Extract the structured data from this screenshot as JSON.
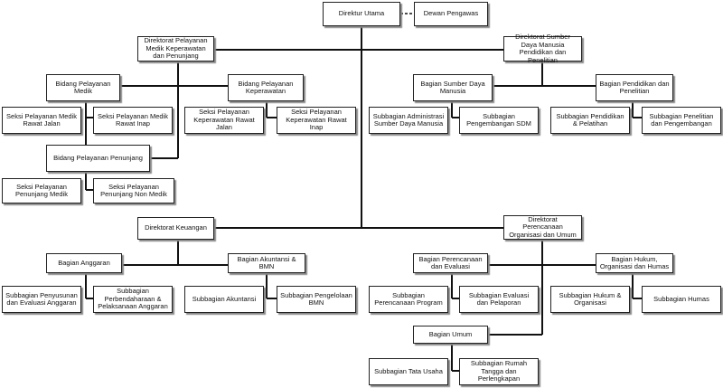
{
  "org_chart": {
    "direktur_utama": "Direktur Utama",
    "dewan_pengawas": "Dewan Pengawas",
    "dir_yanmed": "Direktorat Pelayanan Medik Keperawatan dan Penunjang",
    "dir_sdm": "Direktorat Sumber Daya Manusia Pendidikan dan Penelitian",
    "dir_keuangan": "Direktorat Keuangan",
    "dir_perencanaan": "Direktorat Perencanaan Organisasi dan Umum",
    "bid_medik": "Bidang Pelayanan Medik",
    "bid_keperawatan": "Bidang Pelayanan Keperawatan",
    "bid_penunjang": "Bidang Pelayanan Penunjang",
    "seksi_rawat_jalan": "Seksi Pelayanan Medik Rawat Jalan",
    "seksi_rawat_inap": "Seksi Pelayanan Medik Rawat Inap",
    "seksi_kep_rawat_jalan": "Seksi Pelayanan Keperawatan Rawat Jalan",
    "seksi_kep_rawat_inap": "Seksi Pelayanan Keperawatan Rawat Inap",
    "seksi_penunjang_medik": "Seksi Pelayanan Penunjang Medik",
    "seksi_penunjang_non_medik": "Seksi Pelayanan Penunjang Non Medik",
    "bag_sdm": "Bagian Sumber Daya Manusia",
    "bag_diklit": "Bagian Pendidikan dan Penelitian",
    "sub_admin_sdm": "Subbagian Administrasi Sumber Daya Manusia",
    "sub_pengembangan_sdm": "Subbagian Pengembangan SDM",
    "sub_diklat": "Subbagian Pendidikan & Pelatihan",
    "sub_penelitian": "Subbagian Penelitian dan Pengembangan",
    "bag_anggaran": "Bagian Anggaran",
    "bag_akuntansi": "Bagian Akuntansi & BMN",
    "sub_penyusunan": "Subbagian Penyusunan dan Evaluasi Anggaran",
    "sub_perbendaharaan": "Subbagian Perbendaharaan & Pelaksanaan Anggaran",
    "sub_akuntansi": "Subbagian Akuntansi",
    "sub_bmn": "Subbagian Pengelolaan BMN",
    "bag_perencanaan": "Bagian Perencanaan dan Evaluasi",
    "bag_hukum": "Bagian Hukum, Organisasi dan Humas",
    "bag_umum": "Bagian Umum",
    "sub_perencanaan": "Subbagian Perencanaan Program",
    "sub_evaluasi": "Subbagian Evaluasi dan Pelaporan",
    "sub_hukum": "Subbagian Hukum & Organisasi",
    "sub_humas": "Subbagian Humas",
    "sub_tata_usaha": "Subbagian Tata Usaha",
    "sub_rumah_tangga": "Subbagian Rumah Tangga dan Perlengkapan"
  }
}
